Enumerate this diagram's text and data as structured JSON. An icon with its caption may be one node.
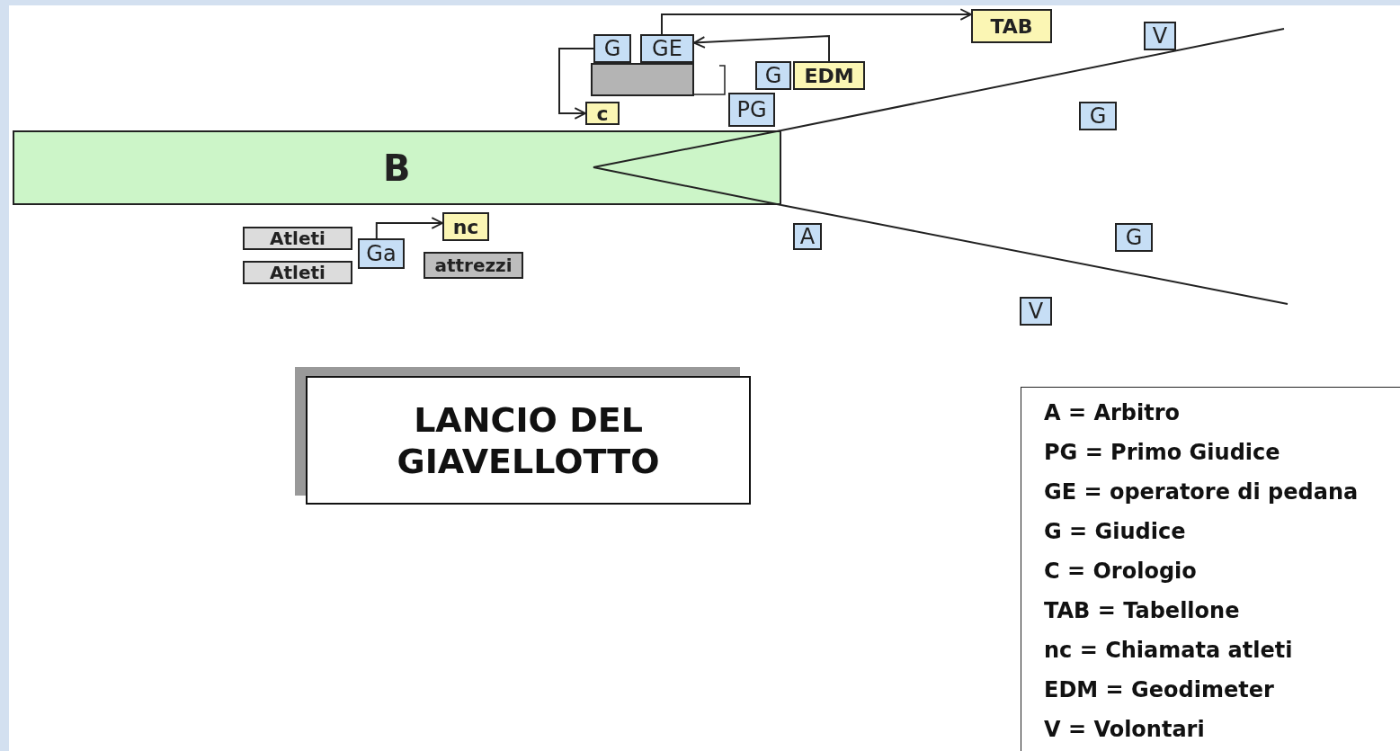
{
  "diagram": {
    "title": "LANCIO DEL GIAVELLOTTO",
    "nodes": [
      {
        "text": [
          "B"
        ]
      },
      {
        "text": [
          "G"
        ]
      },
      {
        "text": [
          "GE"
        ]
      },
      {
        "text": [],
        "shape": "box"
      },
      {
        "text": [
          "c"
        ]
      },
      {
        "text": [
          "G"
        ]
      },
      {
        "text": [
          "EDM"
        ]
      },
      {
        "text": [
          "PG"
        ]
      },
      {
        "text": [
          "TAB"
        ]
      },
      {
        "text": [
          "V"
        ]
      },
      {
        "text": [
          "G"
        ]
      },
      {
        "text": [
          "A"
        ]
      },
      {
        "text": [
          "G"
        ]
      },
      {
        "text": [
          "V"
        ]
      },
      {
        "text": [
          "Atleti"
        ]
      },
      {
        "text": [
          "Atleti"
        ]
      },
      {
        "text": [
          "Ga"
        ]
      },
      {
        "text": [
          "nc"
        ]
      },
      {
        "text": [
          "attrezzi"
        ]
      }
    ],
    "edges": [
      {
        "from": 2,
        "to": 8,
        "arrow": "to"
      },
      {
        "from": 6,
        "to": 2,
        "arrow": "to"
      },
      {
        "from": 1,
        "to": 4,
        "arrow": "to"
      },
      {
        "from": 16,
        "to": 17,
        "arrow": "to"
      }
    ],
    "labels": [
      "A = Arbitro",
      "PG = Primo Giudice",
      "GE = operatore di pedana",
      "G = Giudice",
      "C = Orologio",
      "TAB = Tabellone",
      "nc = Chiamata atleti",
      "EDM = Geodimeter",
      "V = Volontari"
    ]
  }
}
